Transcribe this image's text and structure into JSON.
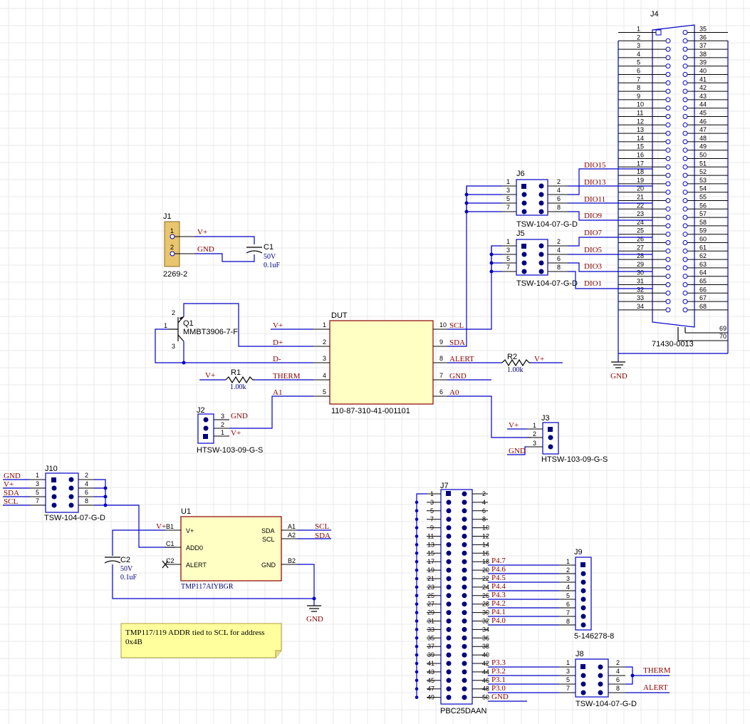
{
  "components": {
    "J1": {
      "ref": "J1",
      "part": "2269-2",
      "pins": [
        "1",
        "2"
      ]
    },
    "C1": {
      "ref": "C1",
      "voltage": "50V",
      "value": "0.1uF"
    },
    "Q1": {
      "ref": "Q1",
      "part": "MMBT3906-7-F",
      "pins": [
        "1",
        "2",
        "3"
      ]
    },
    "DUT": {
      "ref": "DUT",
      "part": "110-87-310-41-001101",
      "left_pins": [
        {
          "num": "1",
          "net": "V+"
        },
        {
          "num": "2",
          "net": "D+"
        },
        {
          "num": "3",
          "net": "D-"
        },
        {
          "num": "4",
          "net": "THERM"
        },
        {
          "num": "5",
          "net": "A1"
        }
      ],
      "right_pins": [
        {
          "num": "10",
          "net": "SCL"
        },
        {
          "num": "9",
          "net": "SDA"
        },
        {
          "num": "8",
          "net": "ALERT"
        },
        {
          "num": "7",
          "net": "GND"
        },
        {
          "num": "6",
          "net": "A0"
        }
      ]
    },
    "R1": {
      "ref": "R1",
      "value": "1.00k",
      "net": "V+"
    },
    "R2": {
      "ref": "R2",
      "value": "1.00k",
      "net": "V+"
    },
    "J2": {
      "ref": "J2",
      "part": "HTSW-103-09-G-S",
      "pins": [
        "3",
        "2",
        "1"
      ],
      "nets": [
        "GND",
        "",
        "V+"
      ]
    },
    "J3": {
      "ref": "J3",
      "part": "HTSW-103-09-G-S",
      "pins": [
        "1",
        "2",
        "3"
      ],
      "nets": [
        "V+",
        "",
        "GND"
      ]
    },
    "J4": {
      "ref": "J4",
      "part": "71430-0013",
      "left": [
        "1",
        "2",
        "3",
        "4",
        "5",
        "6",
        "7",
        "8",
        "9",
        "10",
        "11",
        "12",
        "13",
        "14",
        "15",
        "16",
        "17",
        "18",
        "19",
        "20",
        "21",
        "22",
        "23",
        "24",
        "25",
        "26",
        "27",
        "28",
        "29",
        "30",
        "31",
        "32",
        "33",
        "34"
      ],
      "right": [
        "35",
        "36",
        "37",
        "38",
        "39",
        "40",
        "41",
        "42",
        "43",
        "44",
        "45",
        "46",
        "47",
        "48",
        "49",
        "50",
        "51",
        "52",
        "53",
        "54",
        "55",
        "56",
        "57",
        "58",
        "59",
        "60",
        "61",
        "62",
        "63",
        "64",
        "65",
        "66",
        "67",
        "68"
      ],
      "extra": [
        "69",
        "70"
      ],
      "gnd": "GND"
    },
    "J5": {
      "ref": "J5",
      "part": "TSW-104-07-G-D",
      "left": [
        "1",
        "3",
        "5",
        "7"
      ],
      "right": [
        "2",
        "4",
        "6",
        "8"
      ],
      "nets": [
        "DIO7",
        "DIO5",
        "DIO3",
        "DIO1"
      ]
    },
    "J6": {
      "ref": "J6",
      "part": "TSW-104-07-G-D",
      "left": [
        "1",
        "3",
        "5",
        "7"
      ],
      "right": [
        "2",
        "4",
        "6",
        "8"
      ],
      "nets": [
        "DIO15",
        "DIO13",
        "DIO11",
        "DIO9"
      ]
    },
    "J10": {
      "ref": "J10",
      "part": "TSW-104-07-G-D",
      "left": [
        "1",
        "3",
        "5",
        "7"
      ],
      "right": [
        "2",
        "4",
        "6",
        "8"
      ],
      "nets": [
        "GND",
        "V+",
        "SDA",
        "SCL"
      ]
    },
    "U1": {
      "ref": "U1",
      "part": "TMP117AIYBGR",
      "left": [
        {
          "ball": "B1",
          "name": "V+",
          "net": "V+"
        },
        {
          "ball": "C1",
          "name": "ADD0"
        },
        {
          "ball": "C2",
          "name": "ALERT"
        }
      ],
      "right": [
        {
          "ball": "A1",
          "name": "SDA",
          "net": "SCL"
        },
        {
          "ball": "A2",
          "name": "SCL",
          "net": "SDA"
        },
        {
          "ball": "B2",
          "name": "GND"
        }
      ],
      "gnd": "GND"
    },
    "C2": {
      "ref": "C2",
      "voltage": "50V",
      "value": "0.1uF"
    },
    "J7": {
      "ref": "J7",
      "part": "PBC25DAAN",
      "left": [
        "1",
        "3",
        "5",
        "7",
        "9",
        "11",
        "13",
        "15",
        "17",
        "19",
        "21",
        "23",
        "25",
        "27",
        "29",
        "31",
        "33",
        "35",
        "37",
        "39",
        "41",
        "43",
        "45",
        "47",
        "49"
      ],
      "right": [
        "2",
        "4",
        "6",
        "8",
        "10",
        "12",
        "14",
        "16",
        "18",
        "20",
        "22",
        "24",
        "26",
        "28",
        "30",
        "32",
        "34",
        "36",
        "38",
        "40",
        "42",
        "44",
        "46",
        "48",
        "50"
      ],
      "nets": {
        "18": "P4.7",
        "20": "P4.6",
        "22": "P4.5",
        "24": "P4.4",
        "26": "P4.3",
        "28": "P4.2",
        "30": "P4.1",
        "32": "P4.0",
        "42": "P3.3",
        "44": "P3.2",
        "46": "P3.1",
        "48": "P3.0",
        "50": "GND"
      }
    },
    "J9": {
      "ref": "J9",
      "part": "5-146278-8",
      "pins": [
        "1",
        "2",
        "3",
        "4",
        "5",
        "6",
        "7",
        "8"
      ]
    },
    "J8": {
      "ref": "J8",
      "part": "TSW-104-07-G-D",
      "left": [
        "1",
        "3",
        "5",
        "7"
      ],
      "right": [
        "2",
        "4",
        "6",
        "8"
      ],
      "nets": [
        "THERM",
        "ALERT"
      ]
    }
  },
  "note": {
    "line1": "TMP117/119 ADDR tied to SCL for address",
    "line2": "0x4B"
  },
  "colors": {
    "wire": "#0000c8",
    "netlabel": "#8b0000",
    "ic_fill": "#ffffc4",
    "note_fill": "#ffff9e",
    "value_text": "#000080"
  }
}
